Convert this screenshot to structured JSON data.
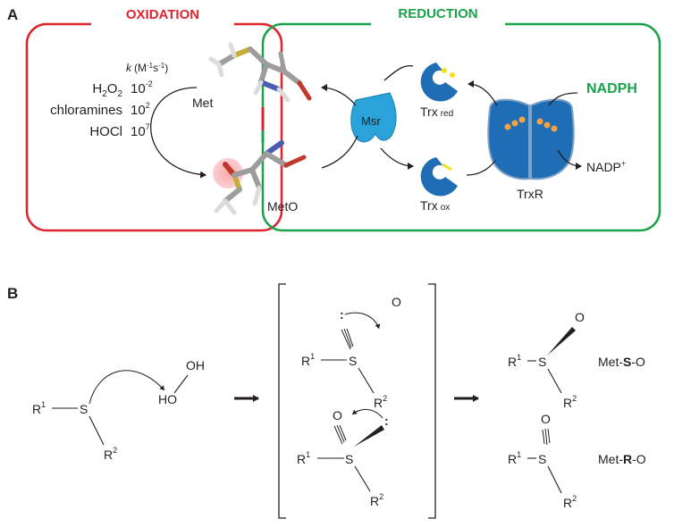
{
  "panel_a": {
    "label": "A",
    "oxidation_title": "OXIDATION",
    "reduction_title": "REDUCTION",
    "rate_header_k": "k",
    "rate_header_units": "(M",
    "rate_header_exp1": "-1",
    "rate_header_s": "s",
    "rate_header_exp2": "-1",
    "rate_header_close": ")",
    "oxidants": [
      {
        "name": "H",
        "sub": "2",
        "name2": "O",
        "sub2": "2",
        "rate_base": "10",
        "rate_exp": "-2"
      },
      {
        "name": "chloramines",
        "rate_base": "10",
        "rate_exp": "2"
      },
      {
        "name": "HOCl",
        "rate_base": "10",
        "rate_exp": "7"
      }
    ],
    "met_label": "Met",
    "meto_label": "MetO",
    "msr_label": "Msr",
    "trx_red_label": "Trx",
    "trx_red_sub": "red",
    "trx_ox_label": "Trx",
    "trx_ox_sub": "ox",
    "trxr_label": "TrxR",
    "nadph_label": "NADPH",
    "nadp_label": "NADP",
    "nadp_sup": "+",
    "colors": {
      "oxidation": "#e0242f",
      "reduction": "#1aa34a",
      "protein": "#1f6db4",
      "msr": "#29a3d9",
      "cofactor": "#f5a340"
    }
  },
  "panel_b": {
    "label": "B",
    "r1": "R",
    "r1_sup": "1",
    "r2": "R",
    "r2_sup": "2",
    "s": "S",
    "o": "O",
    "oh": "OH",
    "ho": "HO",
    "met_s_o_prefix": "Met-",
    "met_s_o_bold": "S",
    "met_s_o_suffix": "-O",
    "met_r_o_prefix": "Met-",
    "met_r_o_bold": "R",
    "met_r_o_suffix": "-O"
  }
}
